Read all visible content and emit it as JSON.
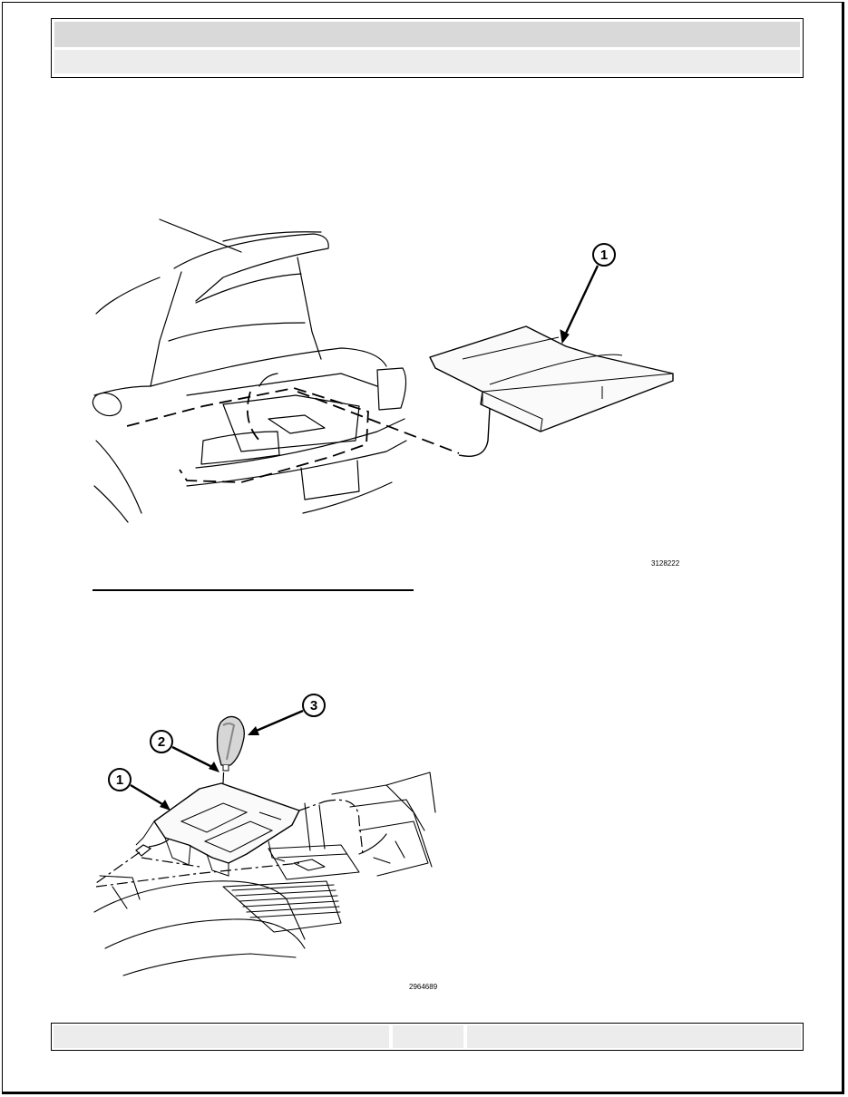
{
  "figures": [
    {
      "id": "3128222",
      "subject": "trunk load floor",
      "callouts": [
        "1"
      ]
    },
    {
      "id": "2964689",
      "subject": "console shifter bezel and shift knob",
      "callouts": [
        "1",
        "2",
        "3"
      ]
    }
  ]
}
